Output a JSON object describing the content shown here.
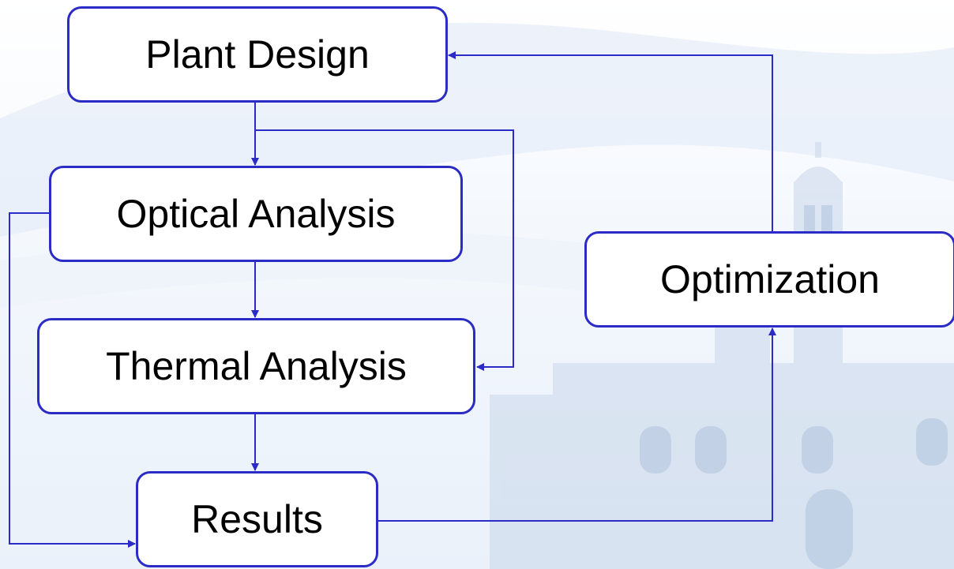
{
  "diagram": {
    "nodes": {
      "plant_design": "Plant Design",
      "optical_analysis": "Optical Analysis",
      "thermal_analysis": "Thermal Analysis",
      "results": "Results",
      "optimization": "Optimization"
    },
    "edges": [
      {
        "from": "plant_design",
        "to": "optical_analysis"
      },
      {
        "from": "plant_design",
        "to": "thermal_analysis"
      },
      {
        "from": "optical_analysis",
        "to": "thermal_analysis"
      },
      {
        "from": "optical_analysis",
        "to": "results"
      },
      {
        "from": "thermal_analysis",
        "to": "results"
      },
      {
        "from": "results",
        "to": "optimization"
      },
      {
        "from": "optimization",
        "to": "plant_design"
      }
    ]
  },
  "colors": {
    "box_border": "#2b2bc6",
    "arrow": "#2b2bc6",
    "background_wash": "#dfe8f5"
  }
}
